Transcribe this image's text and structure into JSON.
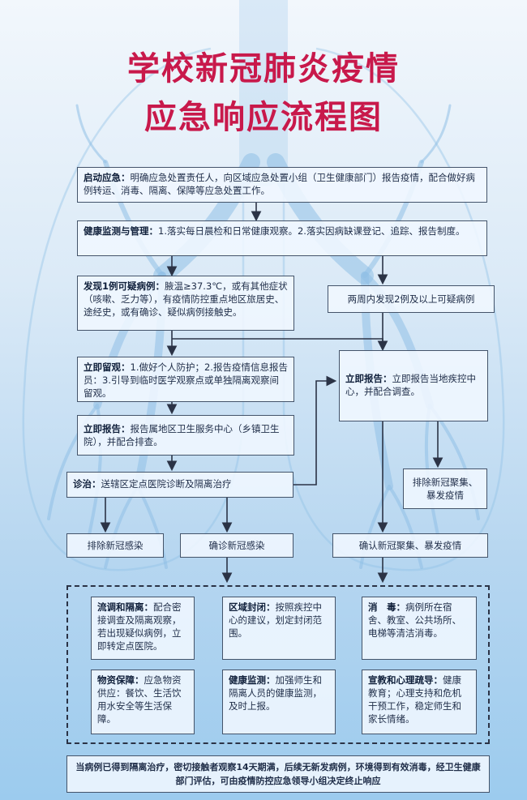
{
  "title": {
    "line1": "学校新冠肺炎疫情",
    "line2": "应急响应流程图"
  },
  "start": {
    "label": "启动应急：",
    "text": "明确应急处置责任人，向区域应急处置小组（卫生健康部门）报告疫情，配合做好病例转运、消毒、隔离、保障等应急处置工作。"
  },
  "monitor": {
    "label": "健康监测与管理：",
    "text": "1.落实每日晨检和日常健康观察。2.落实因病缺课登记、追踪、报告制度。"
  },
  "suspect1": {
    "label": "发现1例可疑病例：",
    "text": "腋温≥37.3℃，或有其他症状（咳嗽、乏力等），有疫情防控重点地区旅居史、途经史，或有确诊、疑似病例接触史。"
  },
  "suspect2": {
    "text": "两周内发现2例及以上可疑病例"
  },
  "observe": {
    "label": "立即留观：",
    "text": "1.做好个人防护；2.报告疫情信息报告员：3.引导到临时医学观察点或单独隔离观察间留观。"
  },
  "report_cdc": {
    "label": "立即报告：",
    "text": "立即报告当地疾控中心，并配合调查。"
  },
  "report_local": {
    "label": "立即报告：",
    "text": "报告属地区卫生服务中心（乡镇卫生院），并配合排查。"
  },
  "diagnose": {
    "label": "诊治：",
    "text": "送辖区定点医院诊断及隔离治疗"
  },
  "exclude_cluster": {
    "text": "排除新冠聚集、暴发疫情"
  },
  "exclude": {
    "text": "排除新冠感染"
  },
  "confirm": {
    "text": "确诊新冠感染"
  },
  "confirm_cluster": {
    "text": "确认新冠聚集、暴发疫情"
  },
  "measures": {
    "trace": {
      "label": "流调和隔离：",
      "text": "配合密接调查及隔离观察，若出现疑似病例，立即转定点医院。"
    },
    "seal": {
      "label": "区域封闭：",
      "text": "按照疾控中心的建议，划定封闭范围。"
    },
    "disinfect": {
      "label": "消　毒：",
      "text": "病例所在宿舍、教室、公共场所、电梯等清洁消毒。"
    },
    "supply": {
      "label": "物资保障：",
      "text": "应急物资供应：餐饮、生活饮用水安全等生活保障。"
    },
    "health": {
      "label": "健康监测：",
      "text": "加强师生和隔离人员的健康监测，及时上报。"
    },
    "education": {
      "label": "宣教和心理疏导：",
      "text": "健康教育；心理支持和危机干预工作，稳定师生和家长情绪。"
    }
  },
  "final": {
    "text": "当病例已得到隔离治疗，密切接触者观察14天期满，后续无新发病例，环境得到有效消毒，经卫生健康部门评估，可由疫情防控应急领导小组决定终止响应"
  },
  "colors": {
    "title": "#c8194b",
    "border": "#44546a",
    "arrow": "#2b3346",
    "bg_top": "#f2f7fc",
    "bg_bottom": "#9ccbee"
  }
}
